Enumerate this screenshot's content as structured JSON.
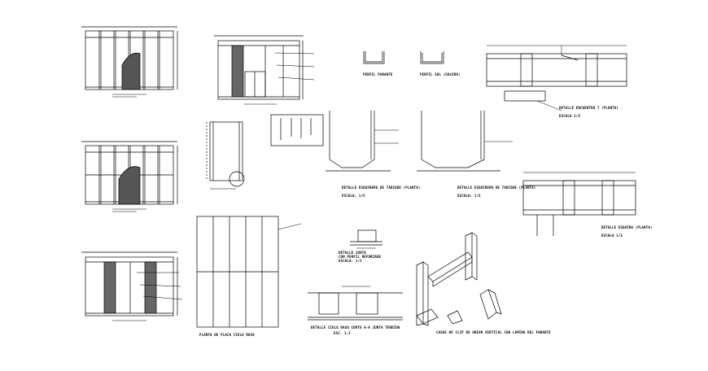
{
  "colors": {
    "background": "#ffffff",
    "ink": "#000000"
  },
  "captions": {
    "floor_plan": "PLANTA DE PLACA CIELO RASO",
    "ceiling_joint": "DETALLE CIELO RASO CORTE A-A JUNTA TENDIDA",
    "ceiling_joint_scale": "ESC. 1:2",
    "profiles": "PERFIL PARANTE",
    "profile_sole": "PERFIL SOL (SOLERA)",
    "clip_notes": "CASOS DE CLIP DE UNION VERTICAL CON LAMINA DEL PARANTE",
    "joint_detail": "DETALLE JUNTA",
    "joint_profile": "CON PERFIL REFORZADO",
    "joint_scale": "ESCALA: 1/2",
    "detail_left": "DETALLE ESQUINERO DE TABIQUE (PLANTA)",
    "detail_left_scale": "ESCALA: 1/5",
    "detail_right": "DETALLE ESQUINERO DE TABIQUE (PLANTA)",
    "detail_right_scale": "ESCALA: 1/5",
    "corner_plan": "DETALLE ENCUENTRO T (PLANTA)",
    "corner_plan_scale": "ESCALA 1/5",
    "corner_detail": "DETALLE ESQUINA (PLANTA)",
    "corner_detail_scale": "ESCALA 1/5"
  }
}
